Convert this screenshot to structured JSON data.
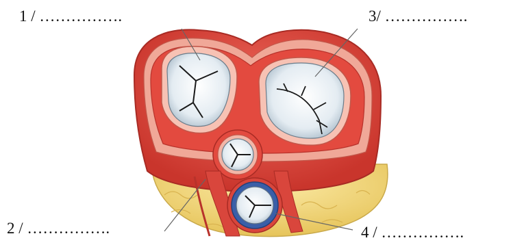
{
  "labels": {
    "l1": "1 / …………….",
    "l2": "2 / …………….",
    "l3": "3/ …………….",
    "l4": "4 / ……………."
  },
  "colors": {
    "myocardium": "#e0453c",
    "myocardium_dark": "#b8322b",
    "fibrous_ring": "#f2b3a6",
    "valve_white": "#e9f0f5",
    "valve_shadow": "#b7c6d2",
    "fat": "#f3d77a",
    "pulmonary_rim": "#3a5fa8"
  }
}
